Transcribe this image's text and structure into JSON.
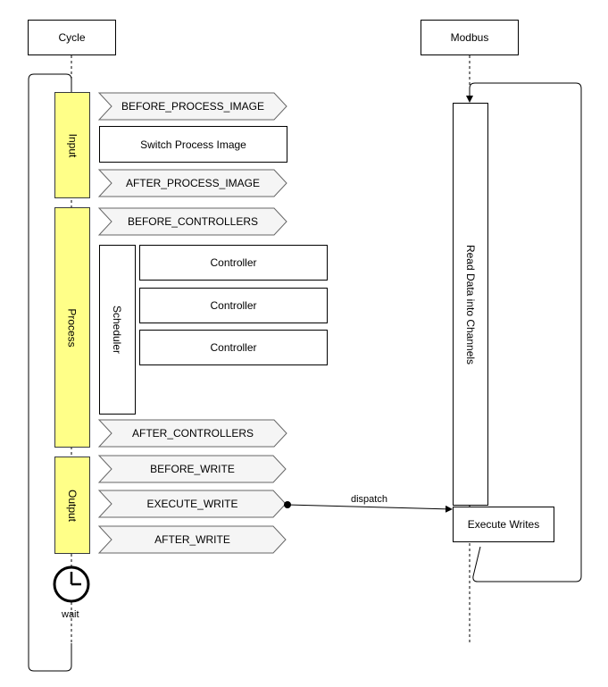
{
  "lifelines": {
    "cycle": "Cycle",
    "modbus": "Modbus"
  },
  "phases": {
    "input": "Input",
    "process": "Process",
    "output": "Output"
  },
  "events": {
    "before_process_image": "BEFORE_PROCESS_IMAGE",
    "after_process_image": "AFTER_PROCESS_IMAGE",
    "before_controllers": "BEFORE_CONTROLLERS",
    "after_controllers": "AFTER_CONTROLLERS",
    "before_write": "BEFORE_WRITE",
    "execute_write": "EXECUTE_WRITE",
    "after_write": "AFTER_WRITE"
  },
  "tasks": {
    "switch_process_image": "Switch Process Image",
    "scheduler": "Scheduler",
    "controllers": [
      "Controller",
      "Controller",
      "Controller"
    ]
  },
  "modbus_tasks": {
    "read_data": "Read Data into Channels",
    "execute_writes": "Execute Writes"
  },
  "messages": {
    "dispatch": "dispatch",
    "wait": "wait"
  },
  "colors": {
    "phase_fill": "#ffff88",
    "event_fill": "#f5f5f5",
    "stroke": "#000000"
  },
  "icons": {
    "wait": "clock-icon"
  }
}
